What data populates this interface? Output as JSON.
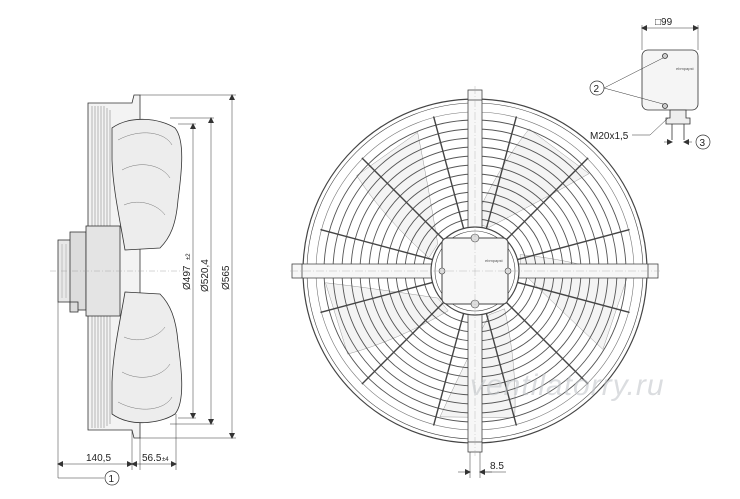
{
  "dimensions": {
    "side_depth": "140,5",
    "hub_offset": "56.5",
    "hub_offset_tol": "±4",
    "diameter_blade": "Ø497",
    "diameter_blade_tol": "±2",
    "diameter_ring": "Ø520,4",
    "diameter_guard": "Ø565",
    "foot_width": "8.5",
    "box_size": "□99",
    "cable_gland": "M20x1,5"
  },
  "callouts": {
    "one": "1",
    "two": "2",
    "three": "3"
  },
  "box_logo": "ebmpapst",
  "hub_logo": "ebmpapst",
  "watermark": "ventilatorry.ru",
  "colors": {
    "line": "#333333",
    "thin": "#555555",
    "fill": "#ececec",
    "watermark": "#bfc3c7"
  }
}
